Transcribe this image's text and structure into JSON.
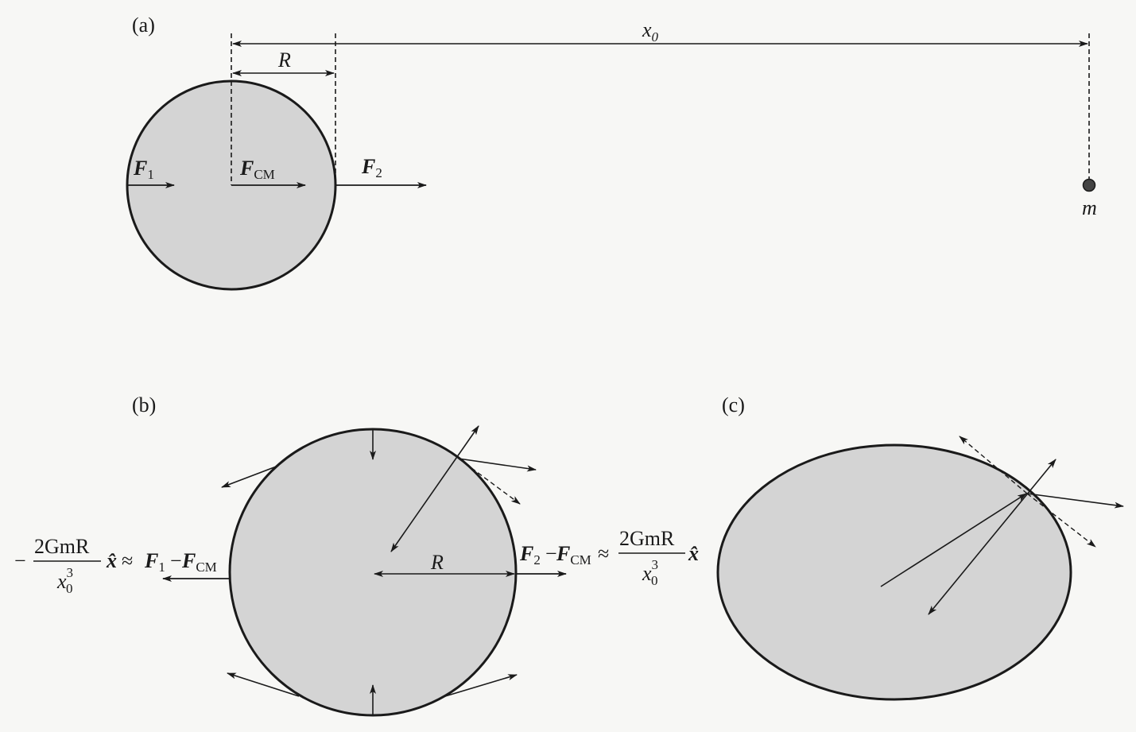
{
  "colors": {
    "body_fill": "#d4d4d4",
    "ink": "#1a1a1a",
    "background": "#f7f7f5"
  },
  "panels": {
    "a": {
      "label": "(a)",
      "x0_label": "x",
      "x0_sub": "0",
      "r_label": "R",
      "f1_label": "F",
      "f1_sub": "1",
      "fcm_label": "F",
      "fcm_sub": "CM",
      "f2_label": "F",
      "f2_sub": "2",
      "mass_label": "m"
    },
    "b": {
      "label": "(b)",
      "r_label": "R",
      "left_minus": "−",
      "left_num": "2GmR",
      "left_den": "x",
      "left_den_sup": "3",
      "left_den_sub": "0",
      "left_xhat": "x̂",
      "left_approx": "≈",
      "left_f1": "F",
      "left_f1_sub": "1",
      "left_dash": "−",
      "left_fcm": "F",
      "left_fcm_sub": "CM",
      "right_f2": "F",
      "right_f2_sub": "2",
      "right_dash": "−",
      "right_fcm": "F",
      "right_fcm_sub": "CM",
      "right_approx": "≈",
      "right_num": "2GmR",
      "right_den": "x",
      "right_den_sup": "3",
      "right_den_sub": "0",
      "right_xhat": "x̂"
    },
    "c": {
      "label": "(c)"
    }
  }
}
